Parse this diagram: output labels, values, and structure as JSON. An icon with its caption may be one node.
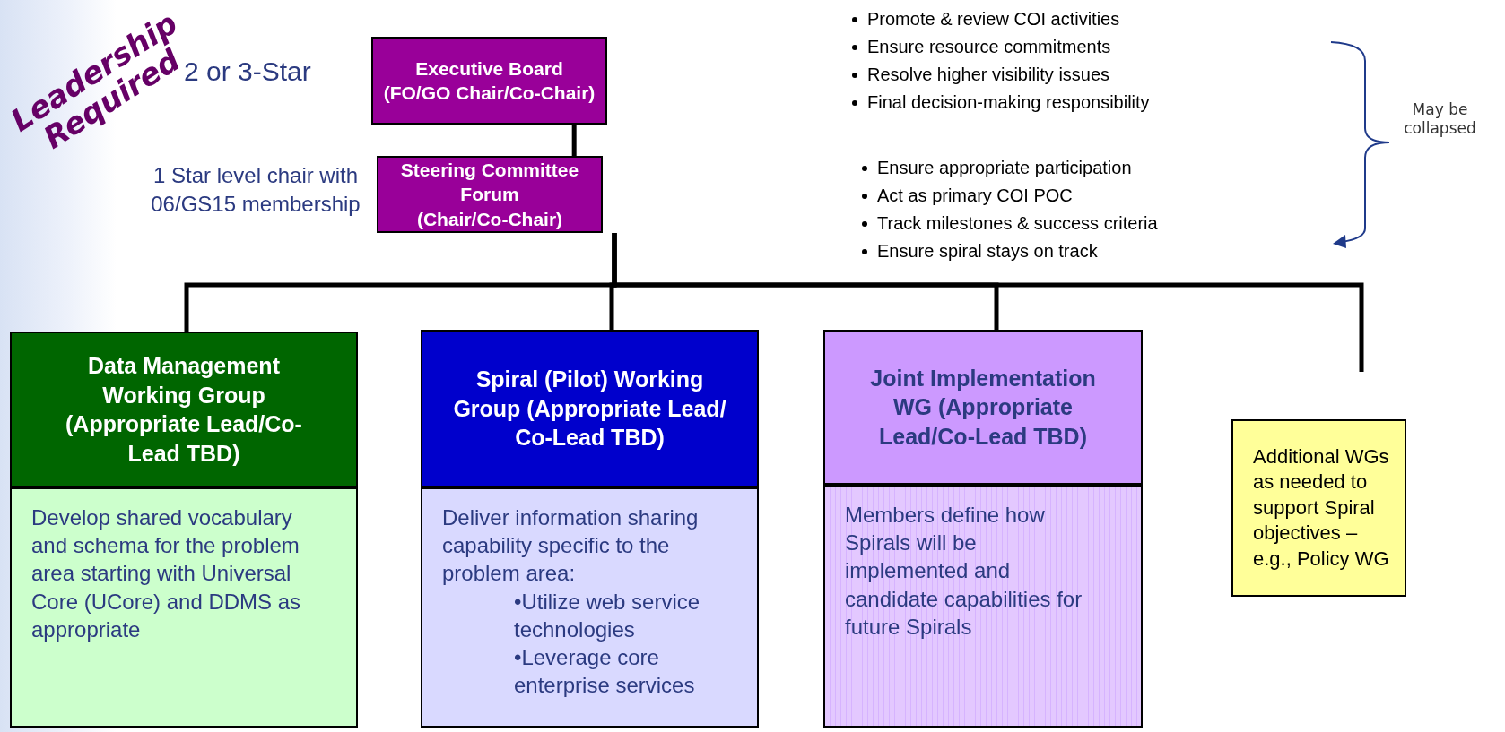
{
  "diagram": {
    "nodes": [
      {
        "text": [
          "Executive Board",
          "(FO/GO Chair/Co-Chair)"
        ],
        "beside": [
          "2 or 3-Star",
          "Promote & review COI activities",
          "Ensure resource commitments",
          "Resolve higher visibility issues",
          "Final decision-making responsibility"
        ]
      },
      {
        "text": [
          "Steering Committee Forum",
          "(Chair/Co-Chair)"
        ],
        "beside": [
          "1 Star level chair with 06/GS15 membership",
          "Ensure appropriate participation",
          "Act as primary COI POC",
          "Track milestones & success criteria",
          "Ensure spiral stays on track"
        ]
      },
      {
        "text": [
          "Data Management Working Group (Appropriate Lead/Co-Lead TBD)"
        ]
      },
      {
        "text": [
          "Develop shared vocabulary and schema for the problem area starting with Universal Core (UCore) and DDMS as appropriate"
        ]
      },
      {
        "text": [
          "Spiral (Pilot) Working Group (Appropriate Lead/ Co-Lead TBD)"
        ]
      },
      {
        "text": [
          "Deliver information sharing capability specific to the problem area:",
          "•Utilize web service technologies",
          "•Leverage core enterprise services"
        ]
      },
      {
        "text": [
          "Joint Implementation WG (Appropriate Lead/Co-Lead TBD)"
        ]
      },
      {
        "text": [
          "Members define how Spirals will be implemented and candidate capabilities for future Spirals"
        ]
      },
      {
        "text": [
          "Additional WGs as needed to support Spiral objectives – e.g., Policy WG"
        ]
      }
    ],
    "edges": [
      {
        "from": 0,
        "to": 1,
        "arrow": "none"
      },
      {
        "from": 1,
        "to": 2,
        "arrow": "none"
      },
      {
        "from": 1,
        "to": 4,
        "arrow": "none"
      },
      {
        "from": 1,
        "to": 6,
        "arrow": "none"
      },
      {
        "from": 1,
        "to": null,
        "arrow": "none"
      }
    ],
    "labels": [
      "Leadership Required",
      "May be collapsed"
    ]
  }
}
